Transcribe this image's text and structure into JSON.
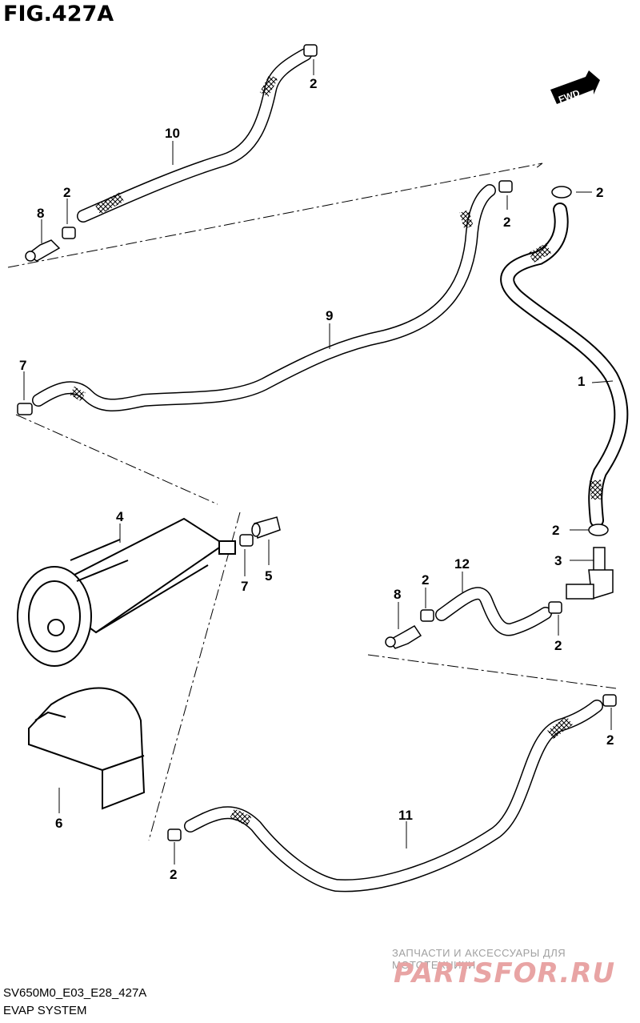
{
  "figure": {
    "title": "FIG.427A"
  },
  "fwd_badge": {
    "label": "FWD"
  },
  "callouts": {
    "c1": "1",
    "c2": "2",
    "c3": "3",
    "c4": "4",
    "c5": "5",
    "c6": "6",
    "c7": "7",
    "c8": "8",
    "c9": "9",
    "c10": "10",
    "c11": "11",
    "c12": "12"
  },
  "footer": {
    "code": "SV650M0_E03_E28_427A",
    "subtitle": "EVAP SYSTEM"
  },
  "watermark": {
    "tagline": "ЗАПЧАСТИ И АКСЕССУАРЫ ДЛЯ МОТОТЕХНИКИ",
    "logo": "PARTSFOR.RU"
  }
}
